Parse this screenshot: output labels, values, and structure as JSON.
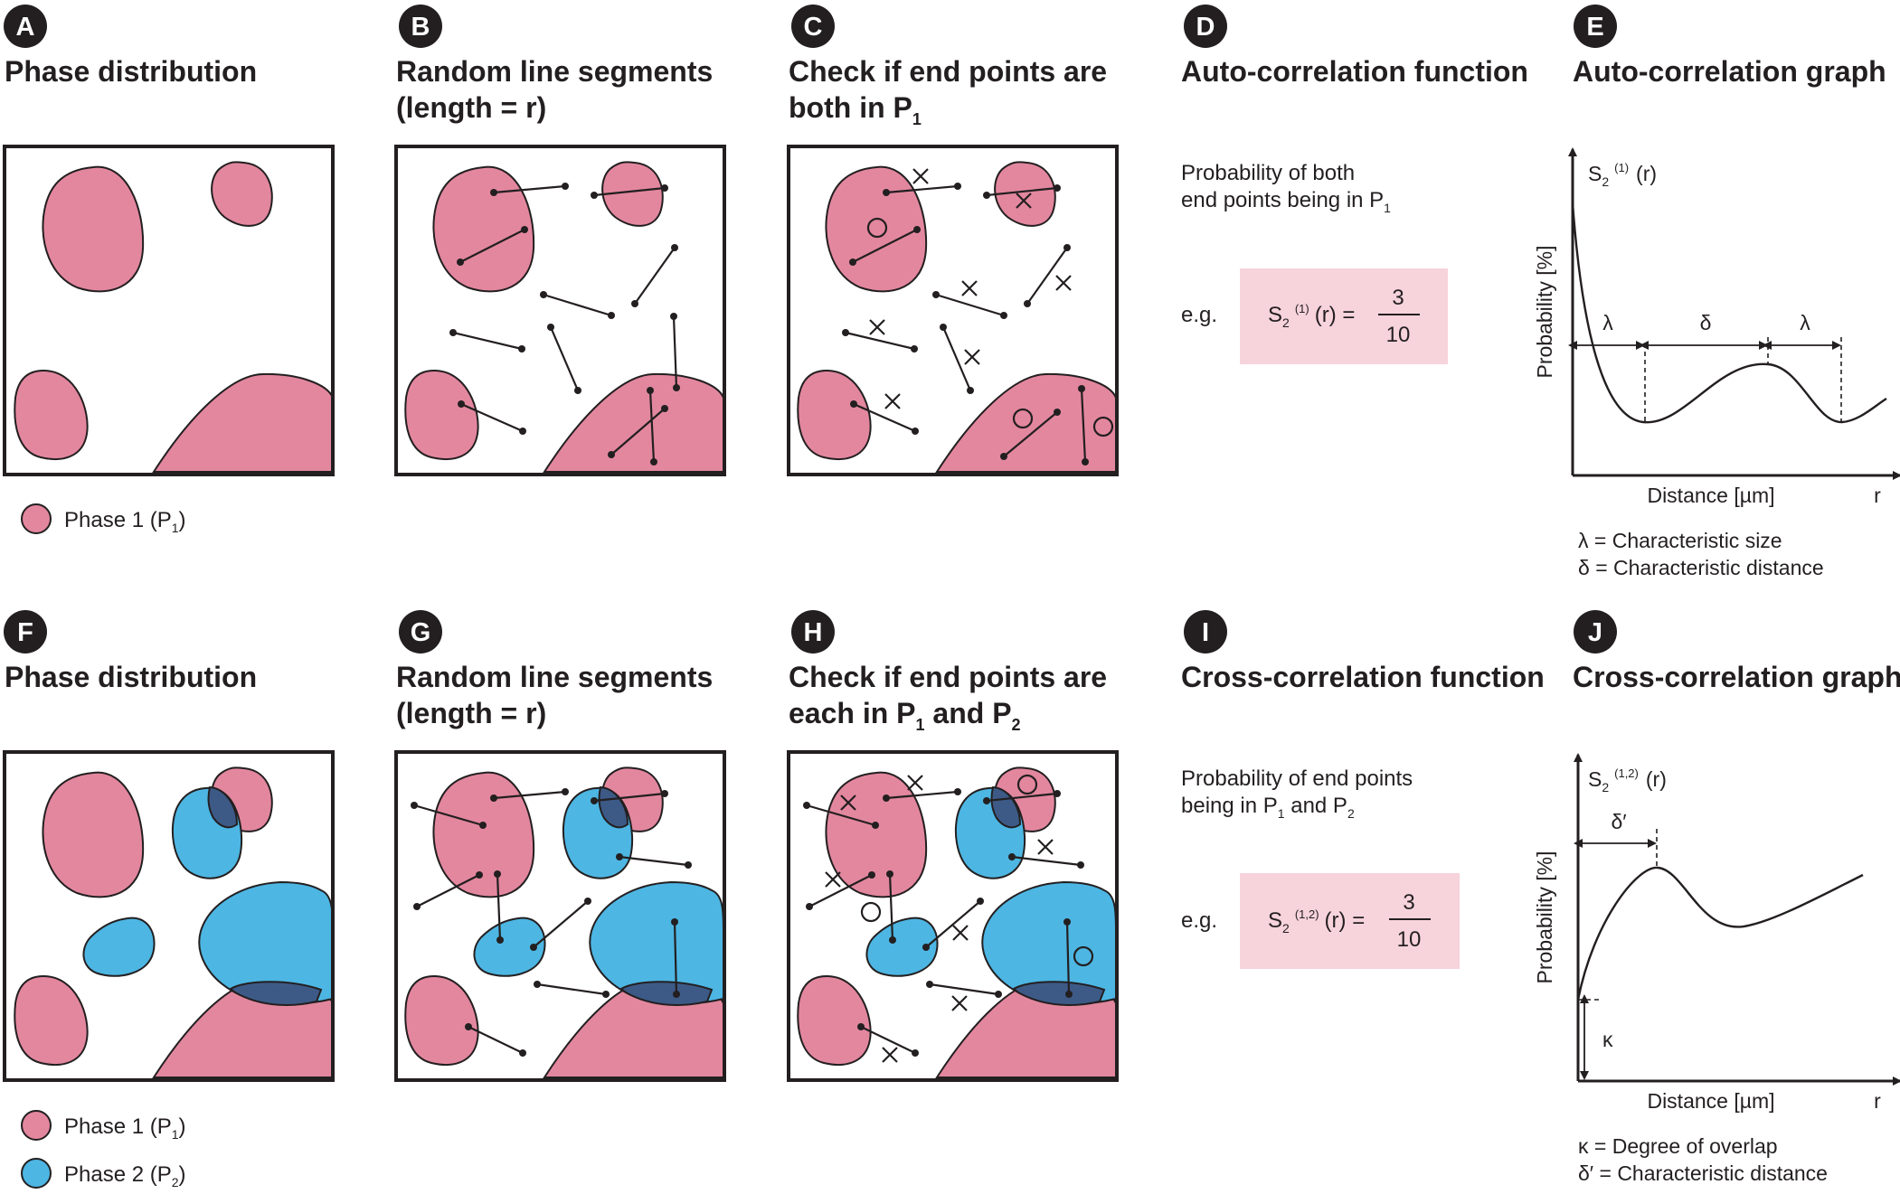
{
  "panels": {
    "A": {
      "letter": "A",
      "title": "Phase distribution",
      "legend_p1": "Phase 1 (P",
      "legend_p1_sub": "1",
      "legend_close": ")"
    },
    "B": {
      "letter": "B",
      "title_line1": "Random line segments",
      "title_line2": "(length = r)"
    },
    "C": {
      "letter": "C",
      "title_line1": "Check if end points are",
      "title_line2": "both in P",
      "title_sub": "1"
    },
    "D": {
      "letter": "D",
      "title": "Auto-correlation function",
      "desc_line1": "Probability of both",
      "desc_line2": "end points being in P",
      "desc_sub": "1",
      "eg": "e.g.",
      "formula_s": "S",
      "formula_sub": "2",
      "formula_sup": "(1)",
      "formula_r": "(r) =",
      "numerator": "3",
      "denominator": "10"
    },
    "E": {
      "letter": "E",
      "title": "Auto-correlation graph",
      "y_label_s": "S",
      "y_label_sub": "2",
      "y_label_sup": "(1)",
      "y_label_r": "(r)",
      "y_axis_title": "Probability [%]",
      "x_axis_title": "Distance [µm]",
      "x_axis_var": "r",
      "lambda": "λ",
      "delta": "δ",
      "note1": "λ = Characteristic size",
      "note2": "δ = Characteristic distance"
    },
    "F": {
      "letter": "F",
      "title": "Phase distribution",
      "legend_p1": "Phase 1 (P",
      "legend_p1_sub": "1",
      "legend_p2": "Phase 2 (P",
      "legend_p2_sub": "2",
      "legend_close": ")"
    },
    "G": {
      "letter": "G",
      "title_line1": "Random line segments",
      "title_line2": "(length = r)"
    },
    "H": {
      "letter": "H",
      "title_line1": "Check if end points are",
      "title_line2a": "each in P",
      "title_sub1": "1",
      "title_and": " and P",
      "title_sub2": "2"
    },
    "I": {
      "letter": "I",
      "title": "Cross-correlation function",
      "desc_line1": "Probability of end points",
      "desc_line2a": "being in P",
      "desc_sub1": "1",
      "desc_and": " and P",
      "desc_sub2": "2",
      "eg": "e.g.",
      "formula_s": "S",
      "formula_sub": "2",
      "formula_sup": "(1,2)",
      "formula_r": "(r) =",
      "numerator": "3",
      "denominator": "10"
    },
    "J": {
      "letter": "J",
      "title": "Cross-correlation graph",
      "y_label_s": "S",
      "y_label_sub": "2",
      "y_label_sup": "(1,2)",
      "y_label_r": "(r)",
      "y_axis_title": "Probability [%]",
      "x_axis_title": "Distance [µm]",
      "x_axis_var": "r",
      "delta_prime": "δ′",
      "kappa": "κ",
      "note1": "κ = Degree of overlap",
      "note2": "δ′ = Characteristic distance"
    }
  },
  "colors": {
    "phase1": "#e3879f",
    "phase2": "#4db6e3",
    "overlap": "#3d5a87",
    "formula_box": "#f7d3dc",
    "label_circle": "#231f20"
  }
}
